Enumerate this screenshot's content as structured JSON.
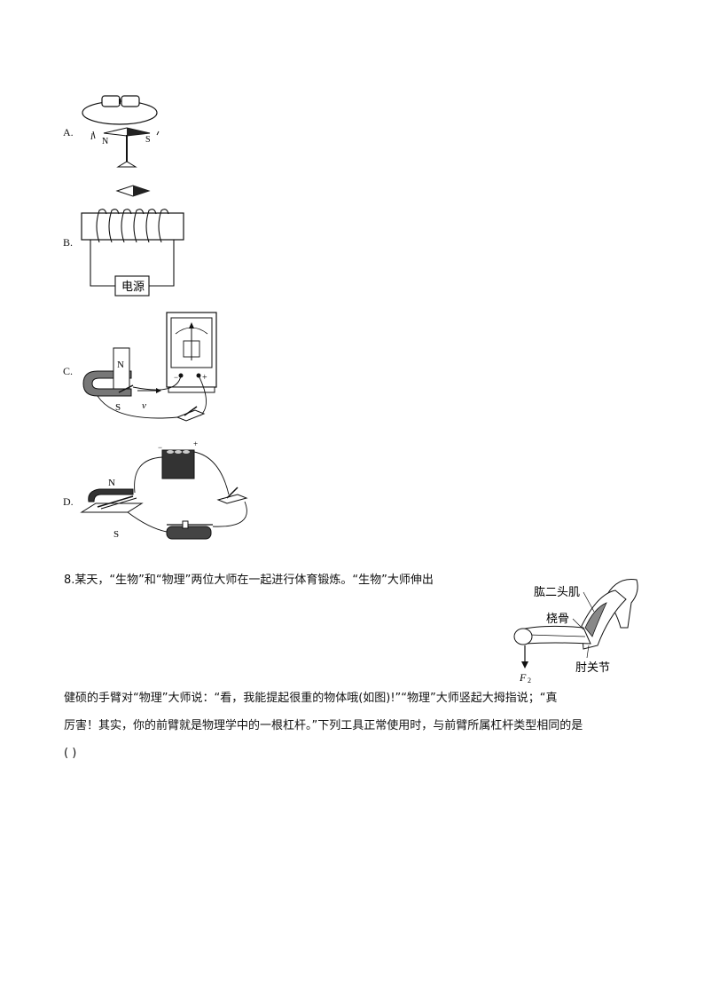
{
  "options": {
    "a": {
      "label": "A.",
      "north": "N",
      "south": "S",
      "current": "I"
    },
    "b": {
      "label": "B.",
      "power_source": "电源"
    },
    "c": {
      "label": "C.",
      "north": "N",
      "south": "S",
      "velocity": "v",
      "minus": "−",
      "plus": "+"
    },
    "d": {
      "label": "D.",
      "north": "N",
      "south": "S",
      "minus": "−",
      "plus": "+"
    }
  },
  "question8": {
    "line1": "8.某天，“生物”和“物理”两位大师在一起进行体育锻炼。“生物”大师伸出",
    "line2": "健硕的手臂对“物理”大师说：“看，我能提起很重的物体哦(如图)!”“物理”大师竖起大拇指说；“真",
    "line3": "厉害！其实，你的前臂就是物理学中的一根杠杆。”下列工具正常使用时，与前臂所属杠杆类型相同的是",
    "blank": "(    )",
    "figure": {
      "biceps": "肱二头肌",
      "radius": "桡骨",
      "elbow": "肘关节",
      "force": "F",
      "force_sub": "2"
    }
  }
}
